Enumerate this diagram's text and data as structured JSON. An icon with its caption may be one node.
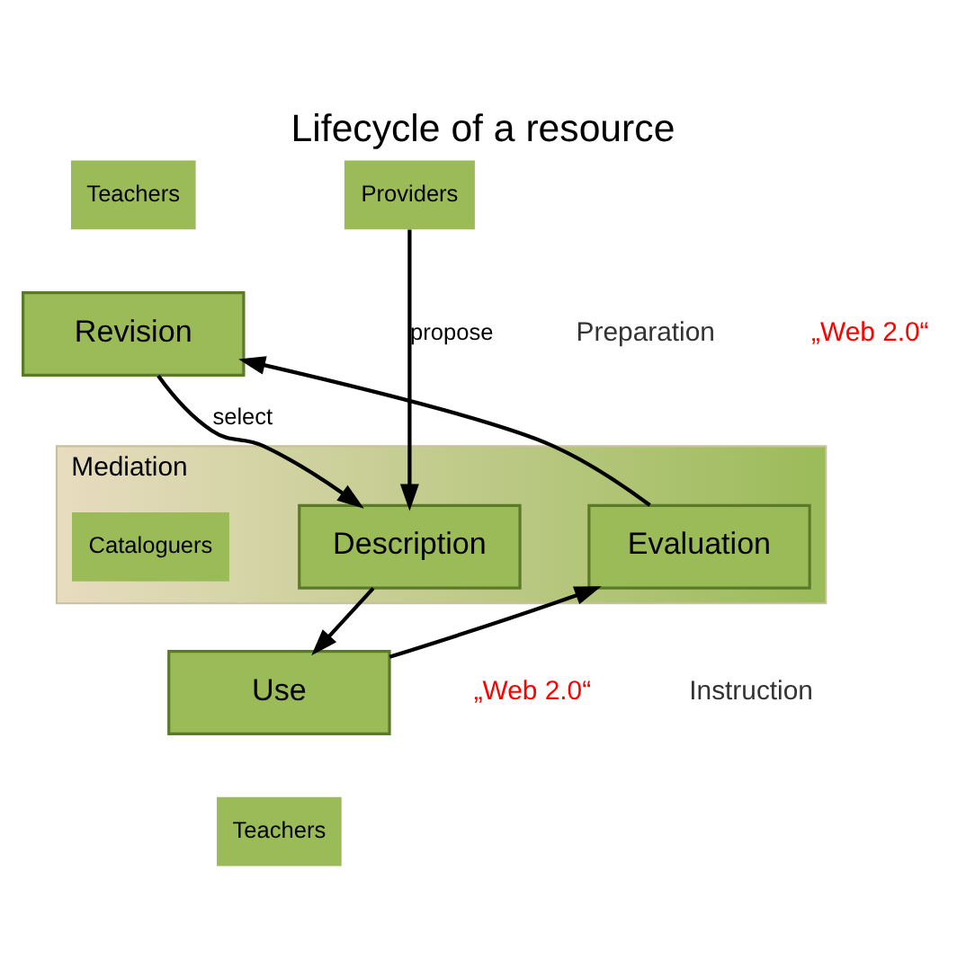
{
  "diagram": {
    "title": "Lifecycle of a resource",
    "nodes": [
      {
        "text": [
          "Teachers"
        ]
      },
      {
        "text": [
          "Providers"
        ]
      },
      {
        "text": [
          "Revision"
        ]
      },
      {
        "text": [
          "Mediation"
        ]
      },
      {
        "text": [
          "Description"
        ],
        "in": 3
      },
      {
        "text": [
          "Cataloguers"
        ],
        "in": 3
      },
      {
        "text": [
          "Evaluation"
        ],
        "in": 3
      },
      {
        "text": [
          "Use"
        ]
      },
      {
        "text": [
          "Teachers"
        ]
      }
    ],
    "edges": [
      {
        "from": 1,
        "to": 4,
        "arrow": "to",
        "label": "propose"
      },
      {
        "from": 2,
        "to": 4,
        "arrow": "to",
        "label": "select"
      },
      {
        "from": 4,
        "to": 7,
        "arrow": "to"
      },
      {
        "from": 7,
        "to": 6,
        "arrow": "to"
      },
      {
        "from": 6,
        "to": 2,
        "arrow": "to"
      }
    ],
    "labels": [
      "Preparation",
      "„Web 2.0“",
      "„Web 2.0“",
      "Instruction"
    ]
  }
}
